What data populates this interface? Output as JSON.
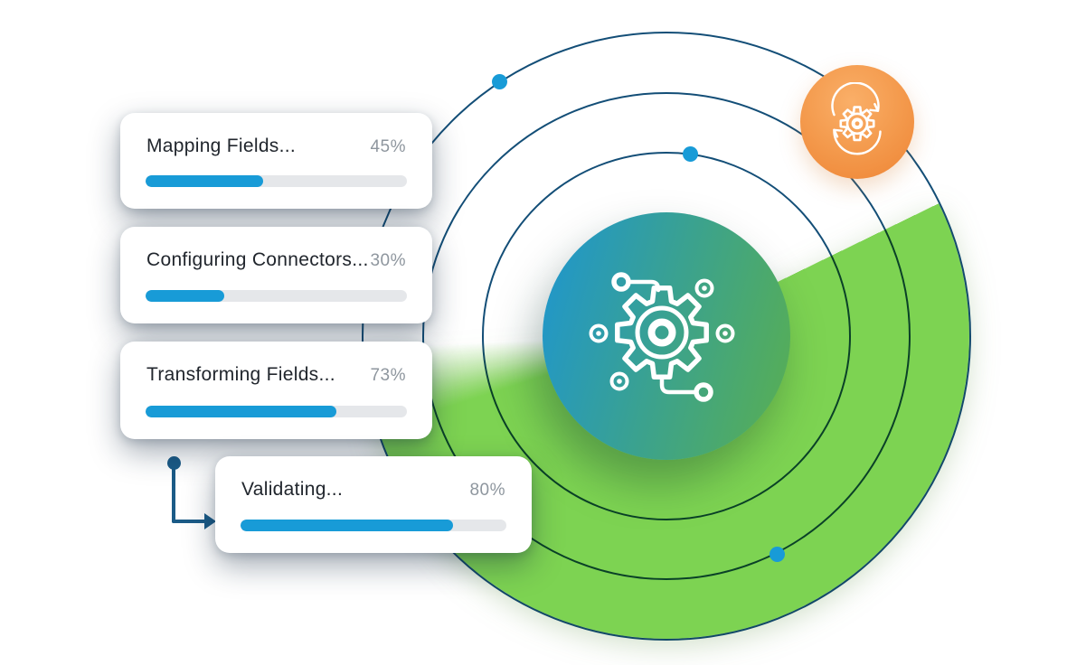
{
  "cards": [
    {
      "label": "Mapping Fields...",
      "percent": "45%",
      "value": 45
    },
    {
      "label": "Configuring Connectors...",
      "percent": "30%",
      "value": 30
    },
    {
      "label": "Transforming Fields...",
      "percent": "73%",
      "value": 73
    },
    {
      "label": "Validating...",
      "percent": "80%",
      "value": 80
    }
  ],
  "icons": {
    "center_circle": "gear-network-icon",
    "orange_badge": "gear-sync-icon",
    "connector_arrow": "arrow-right-icon"
  },
  "colors": {
    "background": "#FFFFFF",
    "progress_fill": "#189BD7",
    "progress_track": "#E5E7EA",
    "card_background": "#FFFFFF",
    "label_text": "#21262D",
    "percent_text": "#8E969E",
    "orbit_line": "#134E77",
    "orbit_dot": "#189BD7",
    "connector": "#1B5B87",
    "sector_green": "#7DD352",
    "center_gradient_start": "#2197C9",
    "center_gradient_end": "#57AE55",
    "badge_gradient_start": "#FAAF68",
    "badge_gradient_end": "#EE8434",
    "icon_stroke": "#FFFFFF"
  }
}
